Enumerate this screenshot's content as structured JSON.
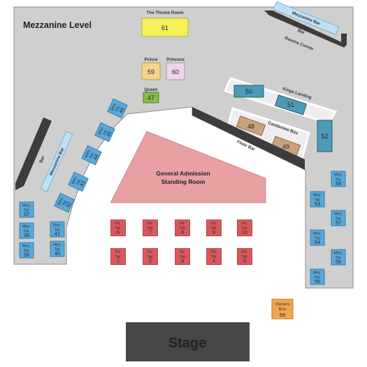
{
  "title": "Mezzanine Level",
  "areas": {
    "throne_room": "The Throne Room",
    "prince": "Prince",
    "princess": "Princess",
    "queen": "Queen",
    "kings_landing": "Kings Landing",
    "castleview_box": "Castleview Box",
    "ravens_corner": "Ravens Corner",
    "floor_bar": "Floor Bar",
    "bar_left": "Bar",
    "mezzanine_bar_left": "Mezzanine Bar",
    "mezzanine_bar_right": "Mezzanine Bar",
    "bar_right": "Bar",
    "ga_line1": "General Admission",
    "ga_line2": "Standing Room",
    "stage": "Stage",
    "owners_line1": "Owners",
    "owners_line2": "Box"
  },
  "sections": {
    "s61": "61",
    "s59": "59",
    "s60": "60",
    "s47": "47",
    "s50": "50",
    "s51": "51",
    "s48": "48",
    "s49": "49",
    "s52": "52",
    "s69": "69"
  },
  "mez_prefix": [
    "Mez.",
    "Tbl."
  ],
  "mez_tables": [
    "37",
    "38",
    "39",
    "41",
    "40",
    "42",
    "43",
    "44",
    "45",
    "46",
    "58",
    "53",
    "57",
    "54",
    "56",
    "55"
  ],
  "flr_prefix": [
    "Flr.",
    "Tbl."
  ],
  "flr_tables": [
    "6",
    "7",
    "8",
    "9",
    "10",
    "1",
    "2",
    "3",
    "4",
    "5"
  ],
  "colors": {
    "building": "#cfcfcf",
    "wall": "#3c3c3c",
    "throne": "#f5f05a",
    "royal": "#f5d58c",
    "princess": "#ecd4ea",
    "queen": "#84bd4a",
    "teal": "#4d9bb5",
    "castle": "#c9a27d",
    "mez_table": "#5aa8d8",
    "bar_blue": "#bfe0f5",
    "ga": "#e8a0a3",
    "flr_table": "#d9585a",
    "owners": "#f2a850",
    "stage": "#474747"
  }
}
